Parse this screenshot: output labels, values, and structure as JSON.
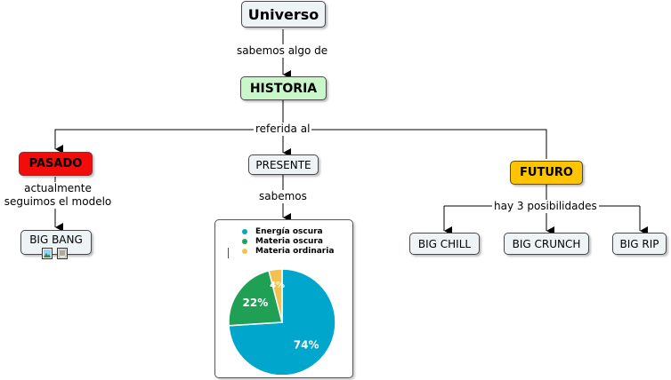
{
  "nodes": {
    "universo": "Universo",
    "historia": "HISTORIA",
    "pasado": "PASADO",
    "presente": "PRESENTE",
    "futuro": "FUTURO",
    "big_bang": "BIG BANG",
    "big_chill": "BIG CHILL",
    "big_crunch": "BIG CRUNCH",
    "big_rip": "BIG RIP"
  },
  "links": {
    "sabemos_algo_de": "sabemos algo de",
    "referida_al": "referida al",
    "actualmente": "actualmente\nseguimos el modelo",
    "sabemos": "sabemos",
    "hay_3": "hay 3 posibilidades"
  },
  "colors": {
    "historia": "#c9f7c9",
    "pasado": "#f20c0c",
    "futuro": "#ffc400",
    "default_node": "#eef3f6"
  },
  "chart_data": {
    "type": "pie",
    "labels": [
      "Energía oscura",
      "Materia oscura",
      "Materia ordinaria"
    ],
    "values": [
      74,
      22,
      4
    ],
    "data_labels": [
      "74%",
      "22%",
      "4%"
    ],
    "colors": [
      "#00a6cb",
      "#20a055",
      "#f2c14e"
    ],
    "legend_position": "top-left"
  }
}
